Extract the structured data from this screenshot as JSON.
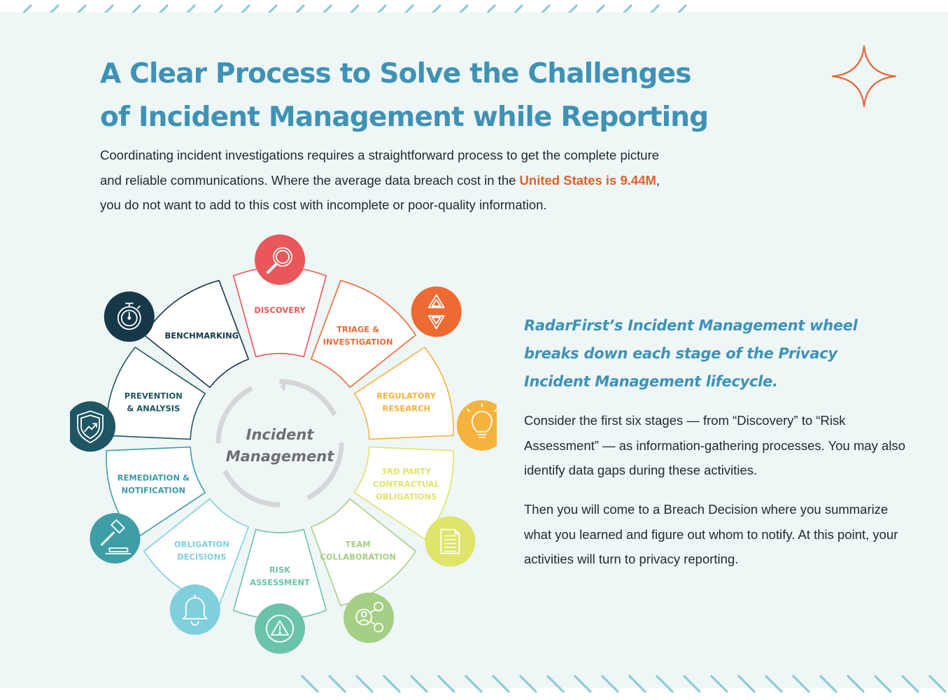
{
  "title_line1": "A Clear Process to Solve the Challenges",
  "title_line2": "of Incident Management while Reporting",
  "intro": {
    "before": "Coordinating incident investigations requires a straightforward process to get the complete picture and reliable communications. Where the average data breach cost in the ",
    "highlight": "United States is 9.44M",
    "after": ", you do not want to add to this cost with incomplete or poor-quality information."
  },
  "wheel": {
    "center_line1": "Incident",
    "center_line2": "Management",
    "stages": [
      {
        "lines": [
          "DISCOVERY"
        ],
        "icon": "magnifier-icon",
        "color": "#e9575a"
      },
      {
        "lines": [
          "TRIAGE &",
          "INVESTIGATION"
        ],
        "icon": "triage-arrows-icon",
        "color": "#ee6a33"
      },
      {
        "lines": [
          "REGULATORY",
          "RESEARCH"
        ],
        "icon": "lightbulb-icon",
        "color": "#f3b33d"
      },
      {
        "lines": [
          "3RD PARTY",
          "CONTRACTUAL",
          "OBLIGATIONS"
        ],
        "icon": "document-icon",
        "color": "#dfe46a"
      },
      {
        "lines": [
          "TEAM",
          "COLLABORATION"
        ],
        "icon": "team-network-icon",
        "color": "#a5cf85"
      },
      {
        "lines": [
          "RISK",
          "ASSESSMENT"
        ],
        "icon": "warning-icon",
        "color": "#6cc3ab"
      },
      {
        "lines": [
          "OBLIGATION",
          "DECISIONS"
        ],
        "icon": "bell-icon",
        "color": "#7fd0dc"
      },
      {
        "lines": [
          "REMEDIATION &",
          "NOTIFICATION"
        ],
        "icon": "gavel-icon",
        "color": "#3d9ea6"
      },
      {
        "lines": [
          "PREVENTION",
          "& ANALYSIS"
        ],
        "icon": "shield-chart-icon",
        "color": "#1f5663"
      },
      {
        "lines": [
          "BENCHMARKING"
        ],
        "icon": "stopwatch-icon",
        "color": "#16394a"
      }
    ]
  },
  "tagline": "RadarFirst’s Incident Management wheel breaks down each stage of the Privacy Incident Management lifecycle.",
  "paragraph1": "Consider the first six stages — from “Discovery” to “Risk Assessment” — as information-gathering processes. You may also identify data gaps during these activities.",
  "paragraph2": "Then you will come to a Breach Decision where you summarize what you learned and figure out whom to notify. At this point, your activities will turn to privacy reporting.",
  "colors": {
    "accent_blue": "#3e92b5",
    "accent_orange": "#e0622a",
    "stripe": "#8ccbd6",
    "panel_bg": "#eef6f6",
    "body_text": "#222a33"
  }
}
